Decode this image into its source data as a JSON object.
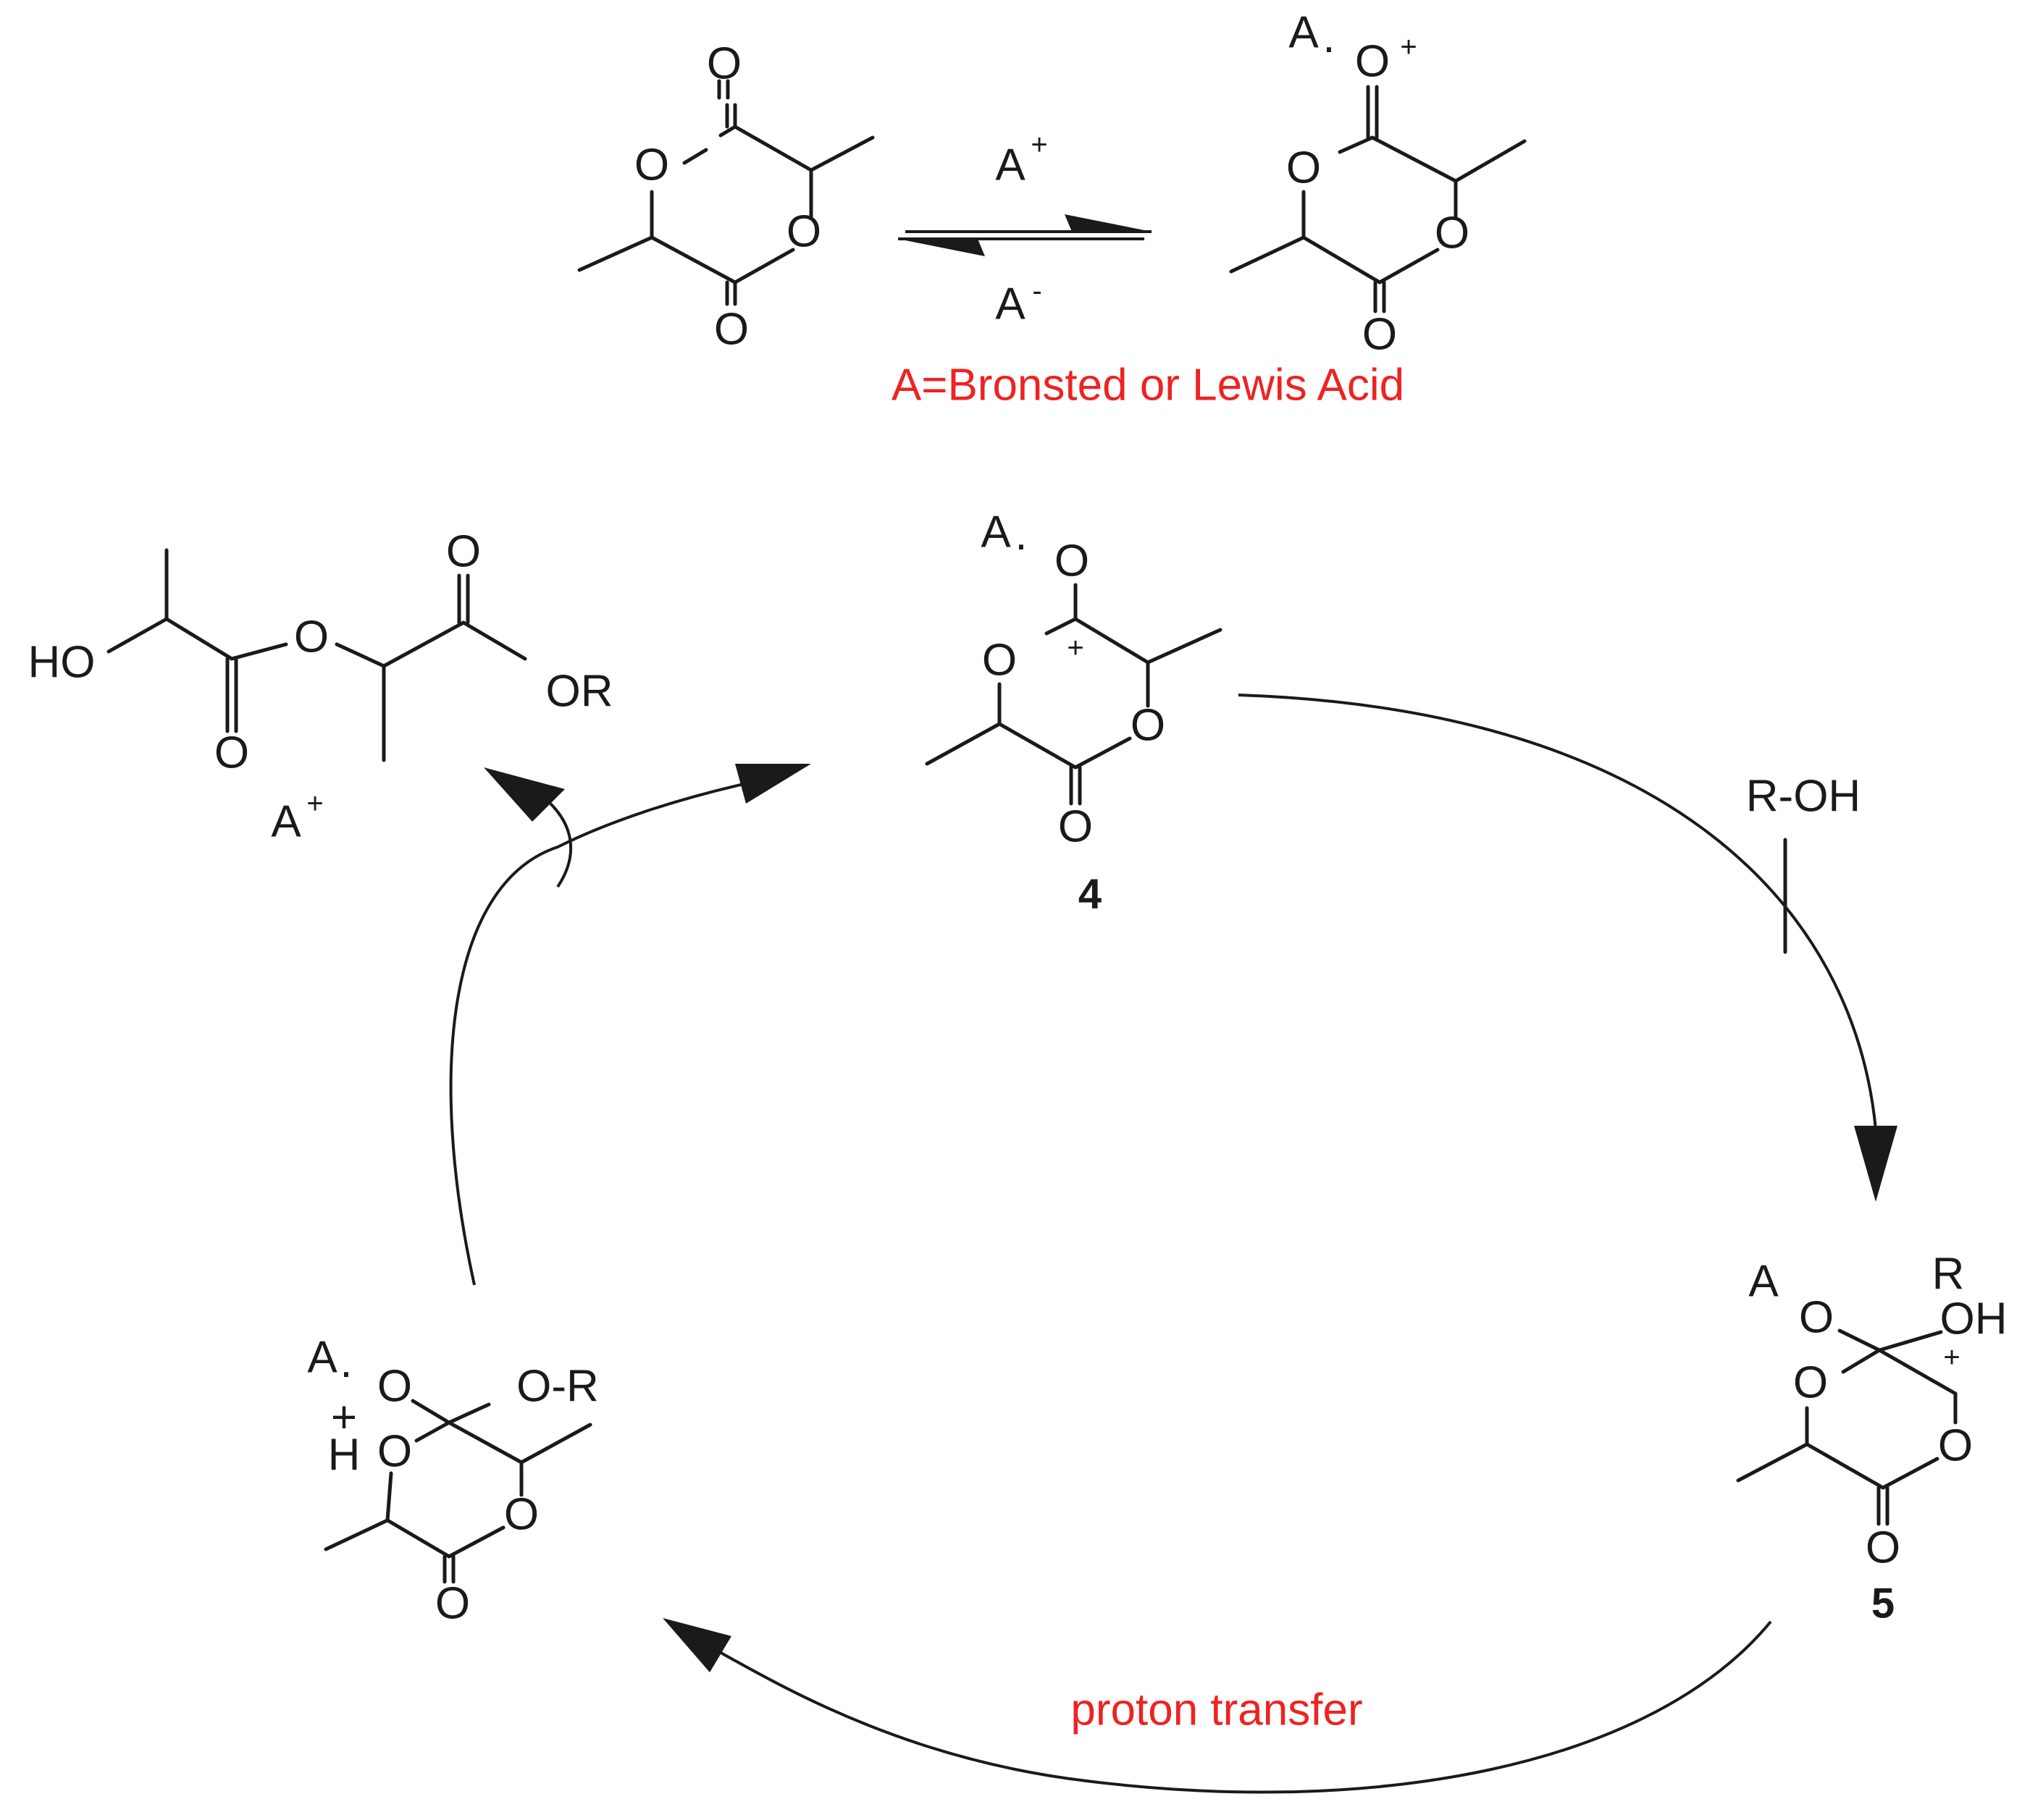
{
  "labels": {
    "acid_note": "A=Bronsted or Lewis Acid",
    "proton_transfer": "proton transfer",
    "reagent": "R-OH",
    "eq_top": "A",
    "eq_top_sup": "+",
    "eq_bottom": "A",
    "eq_bottom_sup": "-",
    "release_acid": "A",
    "release_acid_sup": "+",
    "cmpd4": "4",
    "cmpd5": "5"
  },
  "atoms": {
    "O": "O",
    "A": "A",
    "HO": "HO",
    "OR": "OR",
    "OH": "OH",
    "R": "R",
    "O_R": "O-R",
    "H": "H",
    "plus": "+",
    "dot": "·"
  },
  "colors": {
    "ink": "#1a1a1a",
    "red": "#ee2222"
  }
}
